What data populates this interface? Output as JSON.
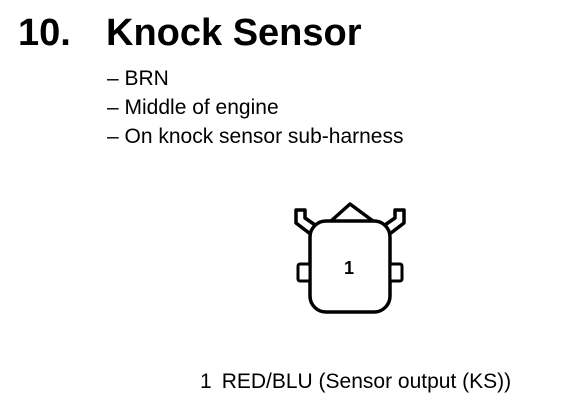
{
  "section": {
    "number": "10.",
    "title": "Knock Sensor"
  },
  "notes": [
    "– BRN",
    "– Middle of engine",
    "– On knock sensor sub-harness"
  ],
  "connector": {
    "pins": [
      {
        "number": "1"
      }
    ]
  },
  "pin_legend": [
    {
      "pin": "1",
      "description": "RED/BLU (Sensor output (KS))"
    }
  ]
}
